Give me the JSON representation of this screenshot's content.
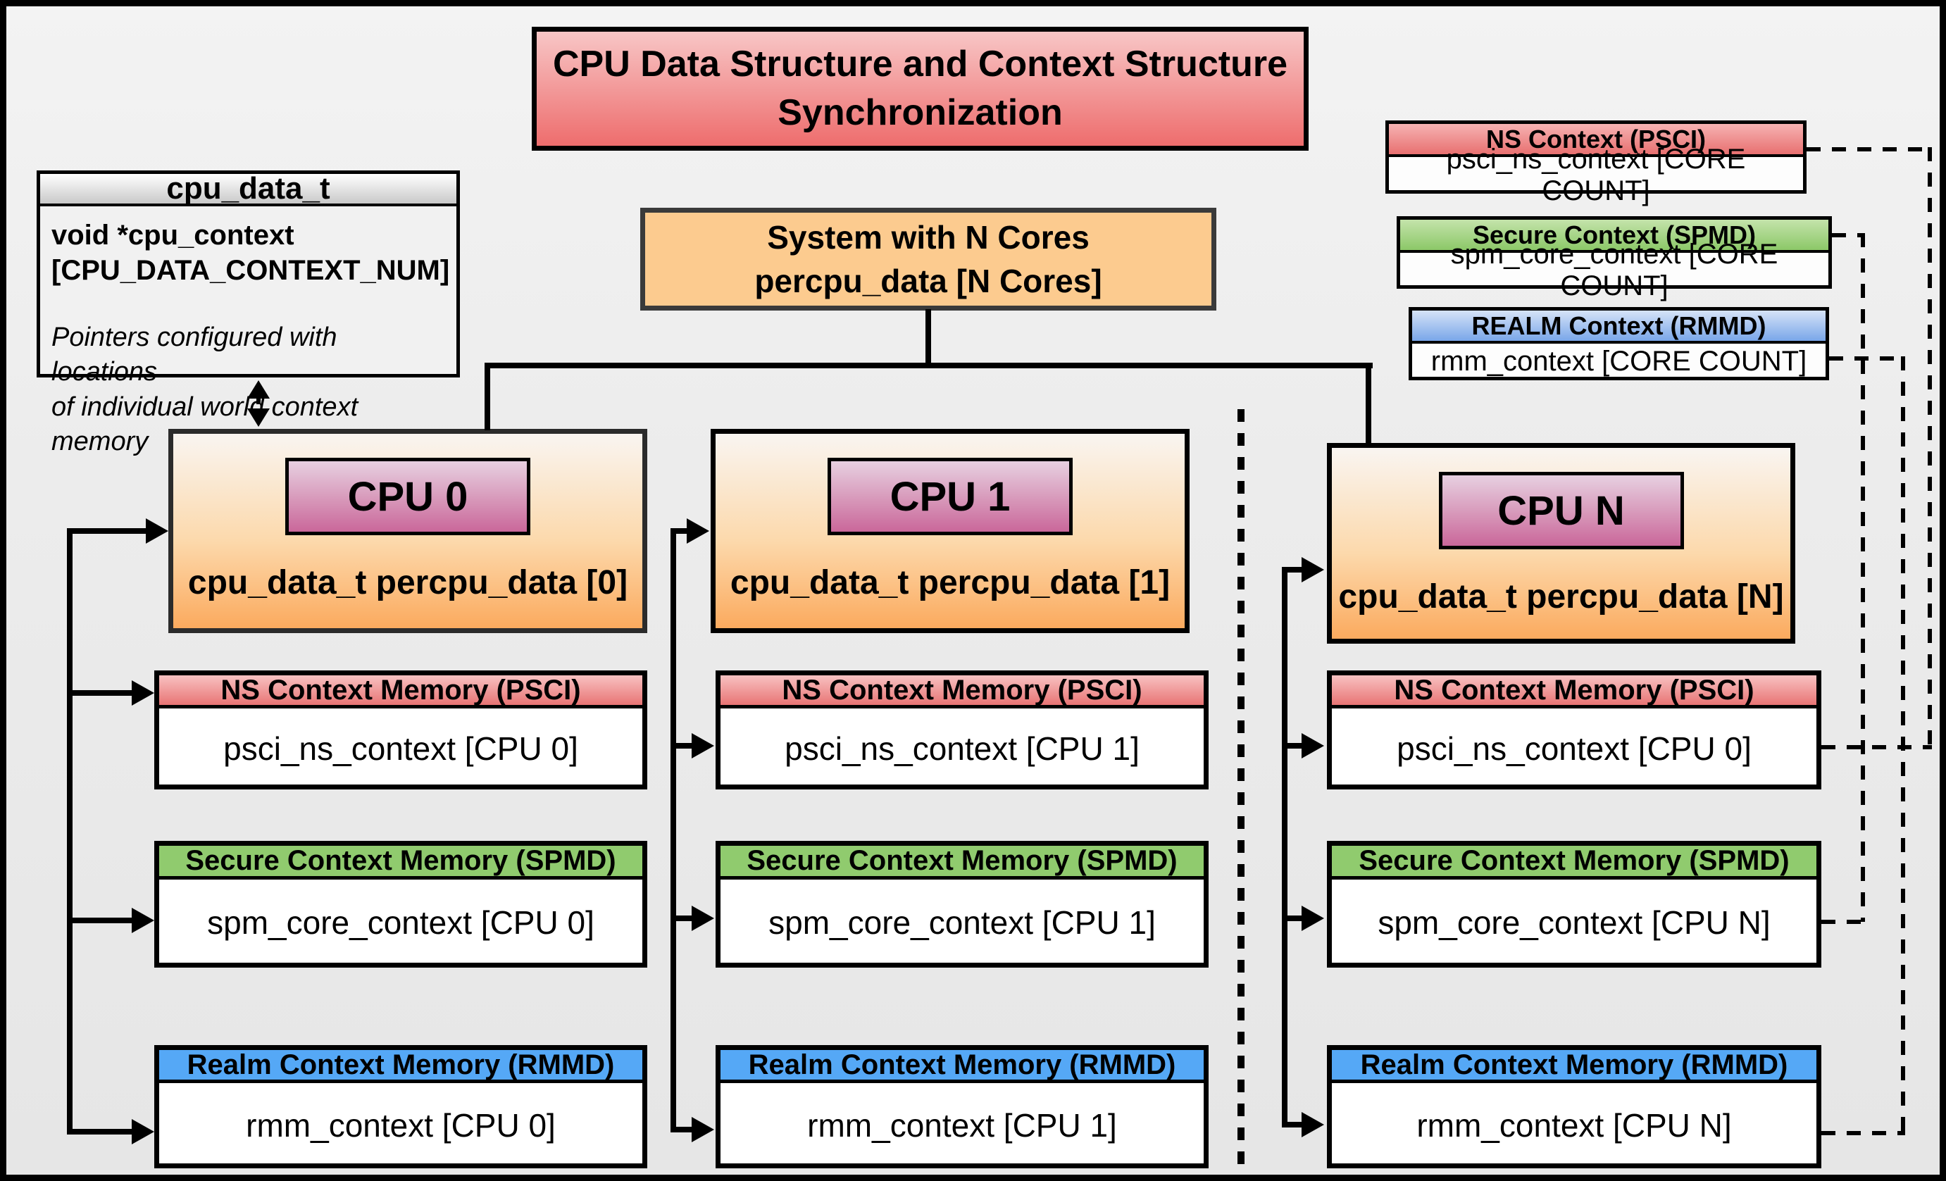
{
  "title": {
    "line1": "CPU Data Structure and Context Structure",
    "line2": "Synchronization"
  },
  "cpu_data_struct": {
    "header": "cpu_data_t",
    "field_line1": "void  *cpu_context",
    "field_line2": "[CPU_DATA_CONTEXT_NUM]",
    "note_line1": "Pointers configured with locations",
    "note_line2": "of individual world context memory"
  },
  "system": {
    "line1": "System with N Cores",
    "line2": "percpu_data [N Cores]"
  },
  "legend": {
    "ns": {
      "header": "NS Context  (PSCI)",
      "body": "psci_ns_context [CORE COUNT]"
    },
    "secure": {
      "header": "Secure Context (SPMD)",
      "body": "spm_core_context [CORE COUNT]"
    },
    "realm": {
      "header": "REALM Context (RMMD)",
      "body": "rmm_context [CORE COUNT]"
    }
  },
  "cpus": [
    {
      "label": "CPU 0",
      "struct_label": "cpu_data_t percpu_data [0]",
      "ns_header": "NS Context Memory (PSCI)",
      "ns_body": "psci_ns_context [CPU 0]",
      "secure_header": "Secure Context Memory (SPMD)",
      "secure_body": "spm_core_context [CPU 0]",
      "realm_header": "Realm Context Memory (RMMD)",
      "realm_body": "rmm_context [CPU 0]"
    },
    {
      "label": "CPU 1",
      "struct_label": "cpu_data_t percpu_data [1]",
      "ns_header": "NS Context Memory (PSCI)",
      "ns_body": "psci_ns_context [CPU 1]",
      "secure_header": "Secure Context Memory (SPMD)",
      "secure_body": "spm_core_context [CPU 1]",
      "realm_header": "Realm Context Memory (RMMD)",
      "realm_body": "rmm_context [CPU 1]"
    },
    {
      "label": "CPU N",
      "struct_label": "cpu_data_t percpu_data [N]",
      "ns_header": "NS Context Memory (PSCI)",
      "ns_body": "psci_ns_context [CPU 0]",
      "secure_header": "Secure Context Memory (SPMD)",
      "secure_body": "spm_core_context [CPU N]",
      "realm_header": "Realm Context Memory (RMMD)",
      "realm_body": "rmm_context [CPU N]"
    }
  ],
  "colors": {
    "title_red": "#ee6d6d",
    "ns_red": "#e87474",
    "secure_green": "#90cb6e",
    "realm_blue": "#55a8f6",
    "cpu_orange": "#fbaa5e",
    "cpu_label_pink": "#ca679a",
    "system_orange": "#fccb8f",
    "background": "#ececec"
  }
}
